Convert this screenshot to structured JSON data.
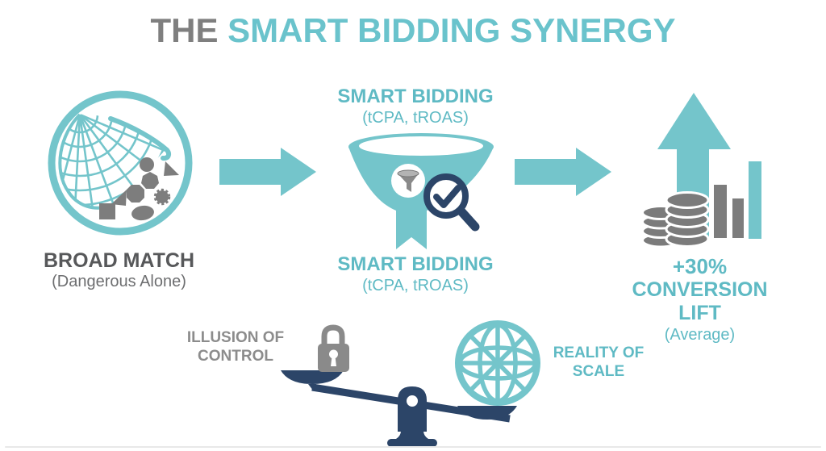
{
  "title": {
    "prefix": "THE ",
    "main": "SMART BIDDING SYNERGY"
  },
  "broad_match": {
    "label": "BROAD MATCH",
    "sublabel": "(Dangerous Alone)"
  },
  "funnel": {
    "top_label": "SMART BIDDING",
    "top_sublabel": "(tCPA, tROAS)",
    "bottom_label": "SMART BIDDING",
    "bottom_sublabel": "(tCPA, tROAS)"
  },
  "conversion": {
    "value": "+30%",
    "label": "CONVERSION LIFT",
    "sublabel": "(Average)"
  },
  "balance": {
    "left_line1": "ILLUSION OF",
    "left_line2": "CONTROL",
    "right_line1": "REALITY OF",
    "right_line2": "SCALE"
  },
  "icons": [
    "net-with-shapes-icon",
    "right-arrow-icon",
    "funnel-icon",
    "magnifier-check-icon",
    "growth-arrow-icon",
    "bar-chart-icon",
    "coins-icon",
    "padlock-icon",
    "globe-icon",
    "balance-scale-icon"
  ],
  "colors": {
    "teal_icon": "#74c5cb",
    "teal_text": "#5fbac4",
    "title_teal": "#6ac3cc",
    "title_gray": "#7f7f7f",
    "navy": "#2c4568",
    "icon_gray": "#7d7d7d",
    "lock_gray": "#8a8a8a",
    "dark_text": "#57585a",
    "sub_text_gray": "#6d6e70",
    "label_gray": "#8c8c8c"
  }
}
